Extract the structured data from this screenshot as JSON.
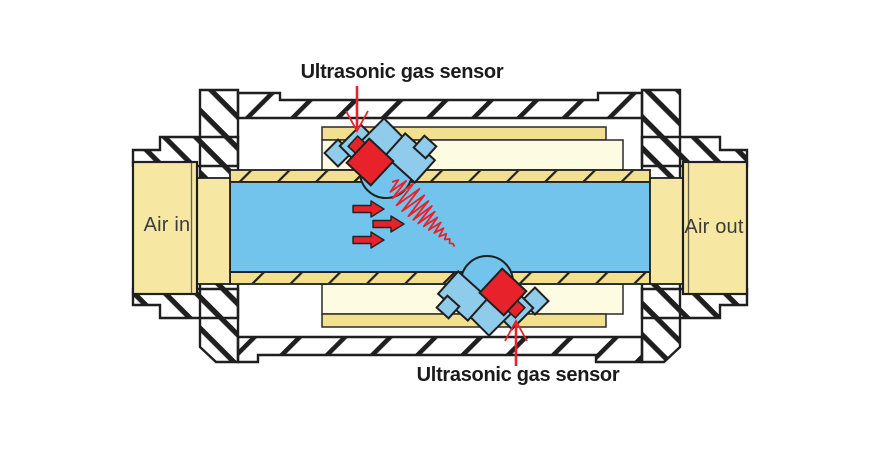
{
  "labels": {
    "sensor_top": "Ultrasonic gas sensor",
    "sensor_bottom": "Ultrasonic gas sensor",
    "air_in": "Air in",
    "air_out": "Air out"
  },
  "colors": {
    "flow_channel_blue": "#72C4EC",
    "sensor_body_blue": "#8FCBEA",
    "pipe_yellow": "#F6E8A3",
    "lining_yellow": "#F2DF90",
    "lining_cream": "#FEFBE3",
    "signal_red": "#E8222A",
    "outline_black": "#1F1F1F",
    "sensor_label_text": "#1B1B1B",
    "pipe_label_text": "#3C3C3C"
  },
  "icons": {
    "flow_arrow": "rightward-arrow",
    "ultrasonic_wave": "zigzag-wave",
    "leader_arrow": "open-v-arrowhead"
  }
}
